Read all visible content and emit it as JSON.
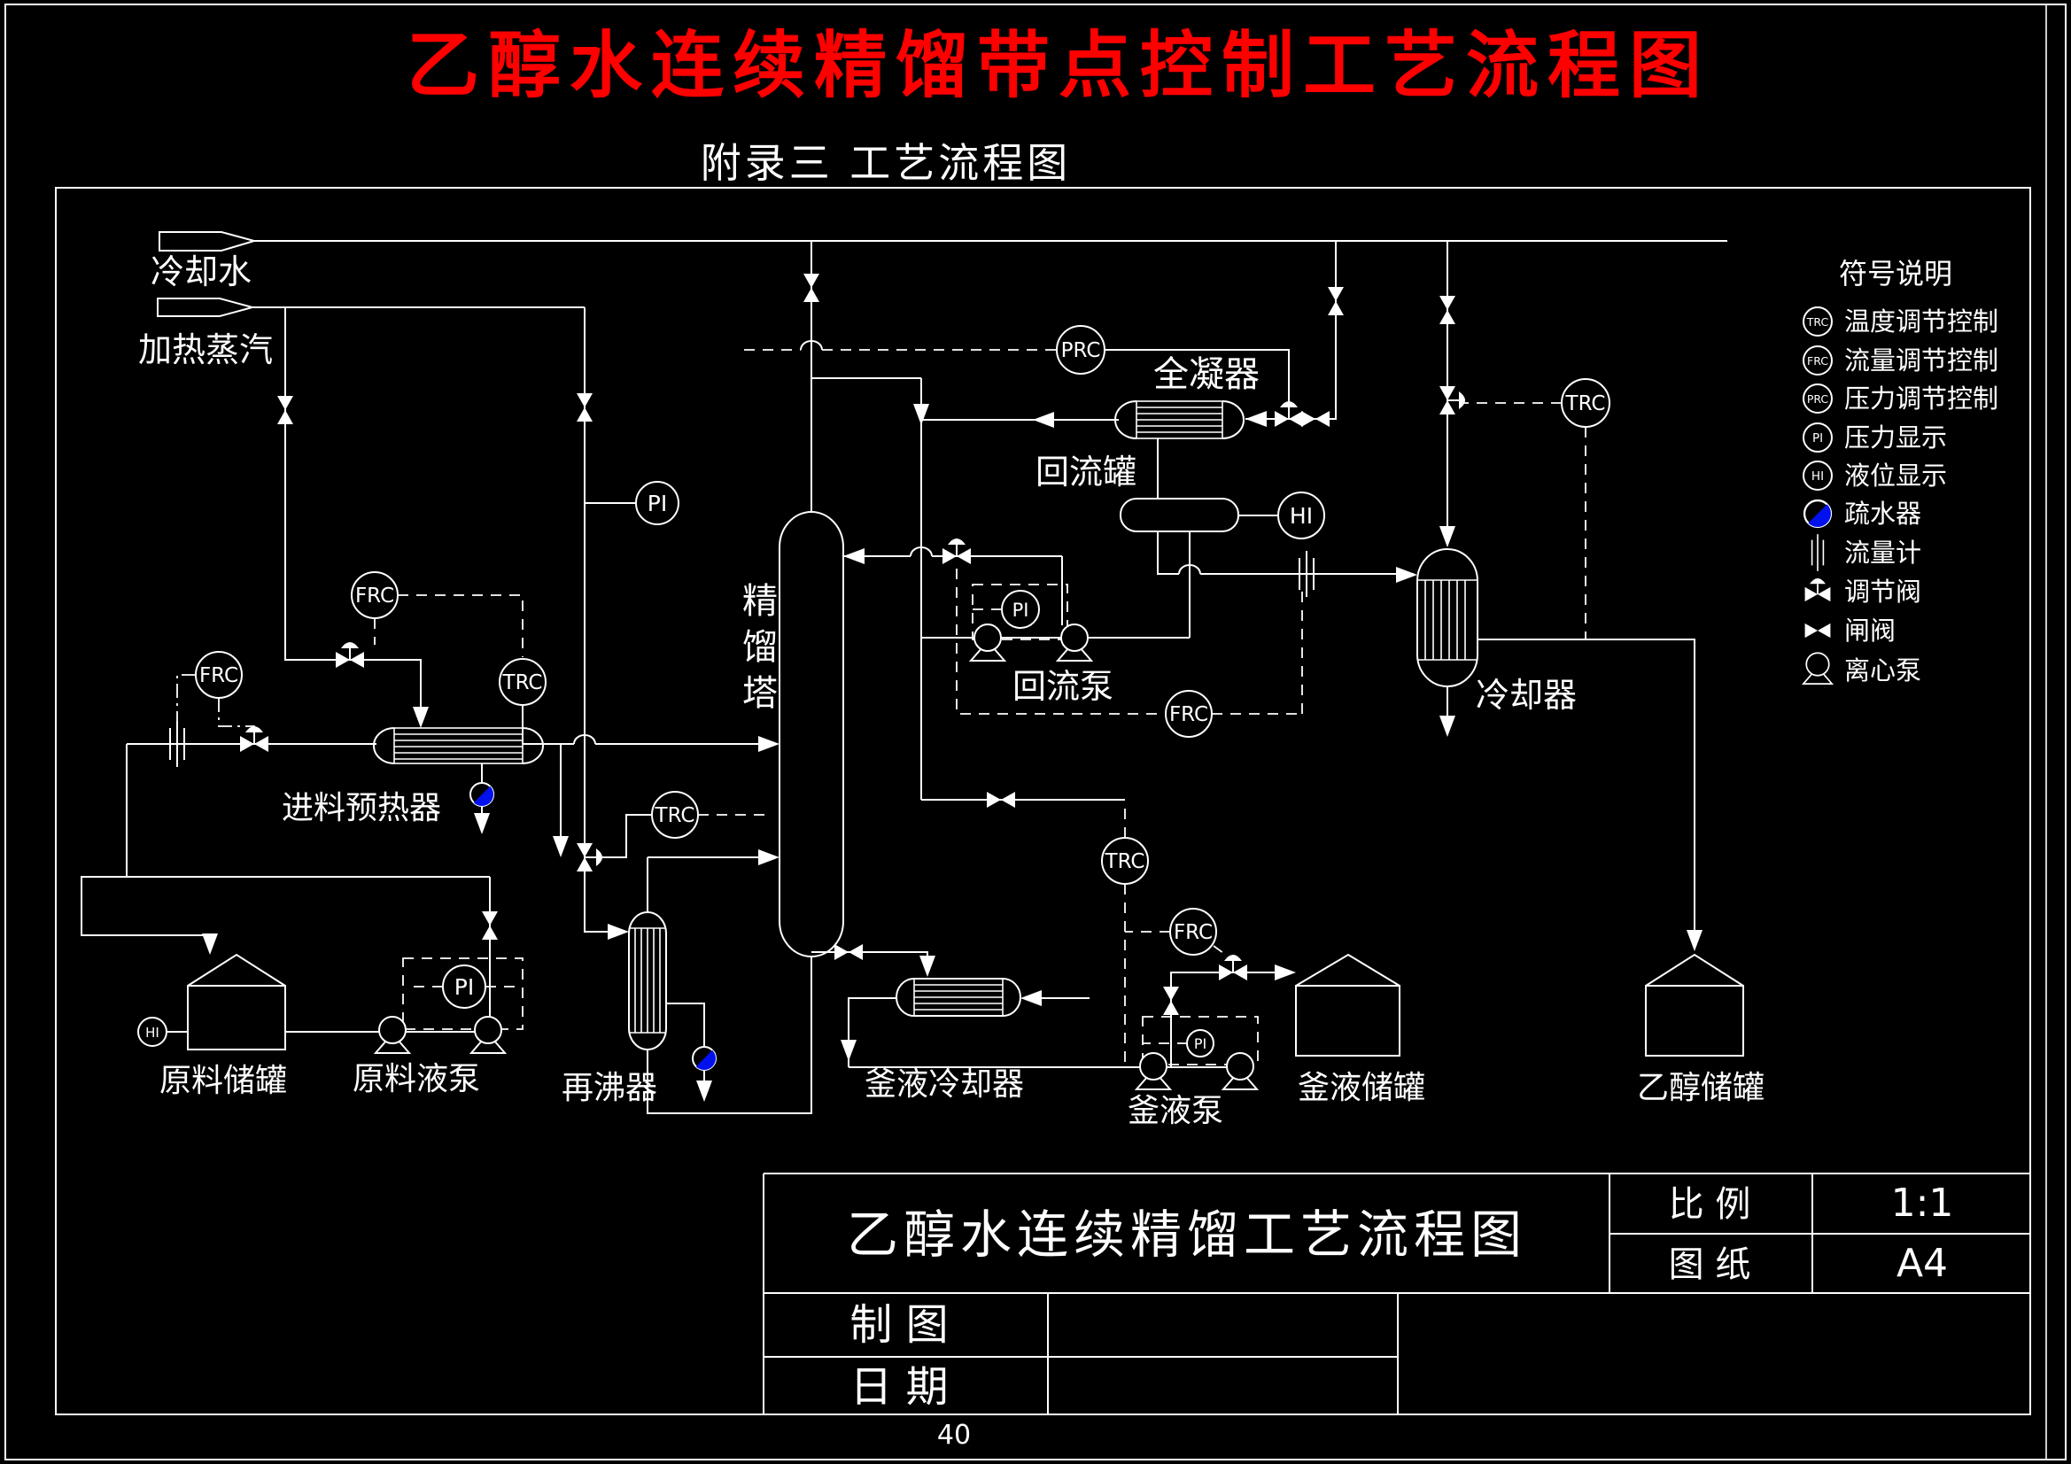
{
  "page": {
    "main_title": "乙醇水连续精馏带点控制工艺流程图",
    "subtitle": "附录三 工艺流程图",
    "page_number": "40"
  },
  "colors": {
    "background": "#000000",
    "line": "#ffffff",
    "title_red": "#ff0000",
    "trap_blue": "#0011ee"
  },
  "streams": {
    "cooling_water": "冷却水",
    "heating_steam": "加热蒸汽"
  },
  "tags": {
    "trc": "TRC",
    "frc": "FRC",
    "prc": "PRC",
    "pi": "PI",
    "hi": "HI"
  },
  "equipment": {
    "feed_tank": "原料储罐",
    "feed_pump": "原料液泵",
    "feed_preheater": "进料预热器",
    "reboiler": "再沸器",
    "column": "精馏塔",
    "column_chars": [
      "精",
      "馏",
      "塔"
    ],
    "condenser": "全凝器",
    "reflux_drum": "回流罐",
    "reflux_pump": "回流泵",
    "bottoms_cooler": "釜液冷却器",
    "bottoms_pump": "釜液泵",
    "bottoms_tank": "釜液储罐",
    "product_cooler": "冷却器",
    "ethanol_tank": "乙醇储罐"
  },
  "legend": {
    "heading": "符号说明",
    "items": [
      {
        "symbol": "TRC",
        "label": "温度调节控制"
      },
      {
        "symbol": "FRC",
        "label": "流量调节控制"
      },
      {
        "symbol": "PRC",
        "label": "压力调节控制"
      },
      {
        "symbol": "PI",
        "label": "压力显示"
      },
      {
        "symbol": "HI",
        "label": "液位显示"
      },
      {
        "symbol": "",
        "label": "疏水器"
      },
      {
        "symbol": "",
        "label": "流量计"
      },
      {
        "symbol": "",
        "label": "调节阀"
      },
      {
        "symbol": "",
        "label": "闸阀"
      },
      {
        "symbol": "",
        "label": "离心泵"
      }
    ]
  },
  "title_block": {
    "drawing_title": "乙醇水连续精馏工艺流程图",
    "scale_label": "比 例",
    "scale_value": "1:1",
    "sheet_label": "图 纸",
    "sheet_value": "A4",
    "drafter_label": "制 图",
    "date_label": "日 期"
  }
}
